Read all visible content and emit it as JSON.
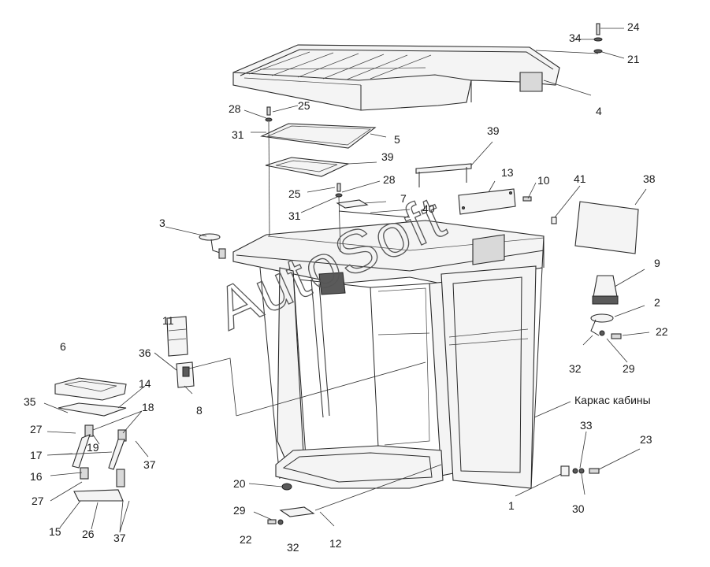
{
  "diagram": {
    "caption": "Каркас кабины",
    "watermark": "AutoSoft",
    "part_labels": [
      "1",
      "2",
      "3",
      "4",
      "5",
      "6",
      "7",
      "8",
      "9",
      "10",
      "11",
      "12",
      "13",
      "14",
      "15",
      "16",
      "17",
      "18",
      "19",
      "20",
      "21",
      "22",
      "23",
      "24",
      "25",
      "26",
      "27",
      "28",
      "29",
      "30",
      "31",
      "32",
      "33",
      "34",
      "35",
      "36",
      "37",
      "38",
      "39",
      "40",
      "41"
    ]
  }
}
